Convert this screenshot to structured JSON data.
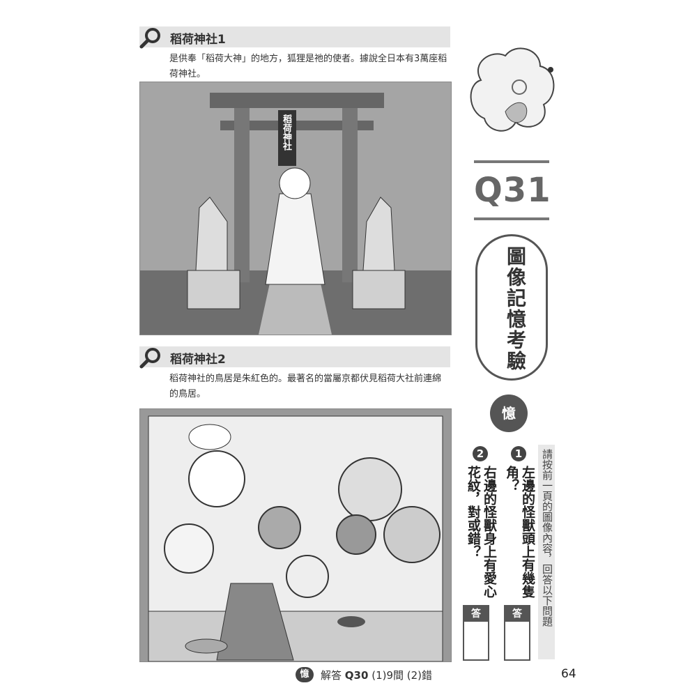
{
  "sections": [
    {
      "title": "稻荷神社1",
      "desc": "是供奉「稻荷大神」的地方，狐狸是祂的使者。據說全日本有3萬座稻荷神社。",
      "sign": "稻荷神社"
    },
    {
      "title": "稻荷神社2",
      "desc": "稻荷神社的鳥居是朱紅色的。最著名的當屬京都伏見稻荷大社前連綿的鳥居。"
    }
  ],
  "sidebar": {
    "question_no": "Q31",
    "category": "圖像記憶考驗",
    "badge": "憶",
    "instruction": "請按前一頁的圖像內容，回答以下問題",
    "questions": [
      {
        "num": "1",
        "text": "左邊的怪獸頭上有幾隻角？"
      },
      {
        "num": "2",
        "text": "右邊的怪獸身上有愛心花紋，對或錯？"
      }
    ],
    "answer_label": "答"
  },
  "footer": {
    "badge": "憶",
    "answer_prefix": "解答",
    "answer_q": "Q30",
    "answer_text": "(1)9間 (2)錯",
    "page_number": "64"
  }
}
